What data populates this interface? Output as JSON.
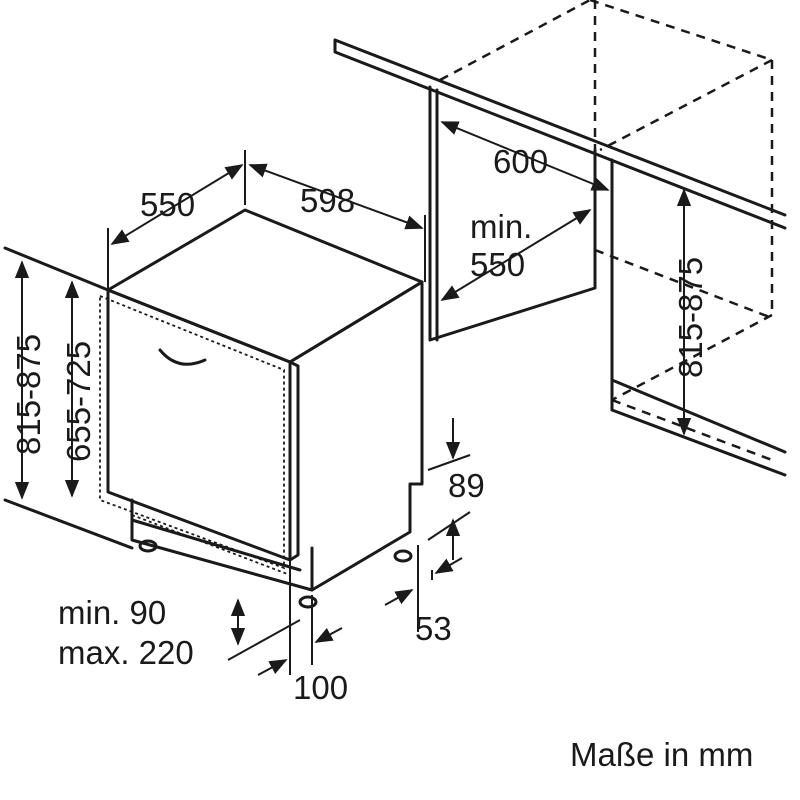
{
  "dimensions": {
    "depth": "550",
    "width": "598",
    "niche_width": "600",
    "niche_min_depth_line1": "min.",
    "niche_min_depth_line2": "550",
    "height_left": "815-875",
    "door_height": "655-725",
    "height_right": "815-875",
    "plinth_height": "89",
    "plinth_setback": "53",
    "plinth_gap_line1": "min. 90",
    "plinth_gap_line2": "max. 220",
    "door_overhang": "100"
  },
  "caption": "Maße in mm"
}
